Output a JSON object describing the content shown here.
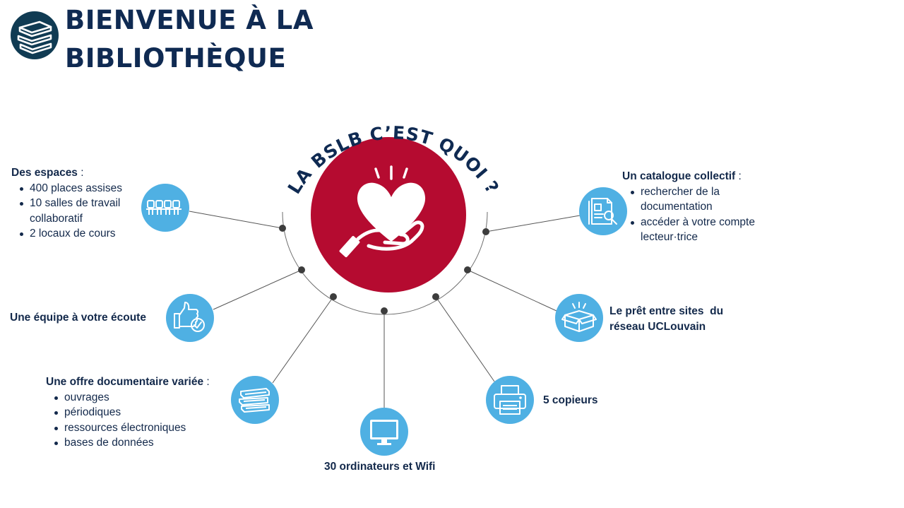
{
  "header": {
    "icon": "books-stack-icon",
    "title_line1": "BIENVENUE À LA",
    "title_line2": "BIBLIOTHÈQUE"
  },
  "center": {
    "title": "LA BSLB C’EST QUOI ?",
    "icon": "heart-in-hand-icon",
    "color": "#b50b30"
  },
  "colors": {
    "accent_blue": "#4fb0e3",
    "navy": "#13294b",
    "red": "#b50b30"
  },
  "items": {
    "espaces": {
      "icon": "seats-row-icon",
      "title": "Des espaces",
      "suffix": " :",
      "bullets": [
        "400 places assises",
        "10 salles de travail",
        "collaboratif",
        "2 locaux de cours"
      ]
    },
    "equipe": {
      "icon": "thumbs-up-check-icon",
      "title": "Une équipe à votre écoute"
    },
    "offre": {
      "icon": "book-stack-icon",
      "title": "Une offre documentaire variée",
      "suffix": " :",
      "bullets": [
        "ouvrages",
        "périodiques",
        "ressources électroniques",
        "bases de données"
      ]
    },
    "ordinateurs": {
      "icon": "computer-monitor-icon",
      "title": "30 ordinateurs et Wifi"
    },
    "copieurs": {
      "icon": "printer-icon",
      "title": "5 copieurs"
    },
    "pret": {
      "icon": "open-box-icon",
      "title_line1": "Le prêt entre sites  du",
      "title_line2": "réseau UCLouvain"
    },
    "catalogue": {
      "icon": "document-search-icon",
      "title": "Un catalogue collectif",
      "suffix": " :",
      "bullets": [
        "rechercher de la",
        "documentation",
        "accéder à votre compte",
        "lecteur·trice"
      ]
    }
  }
}
